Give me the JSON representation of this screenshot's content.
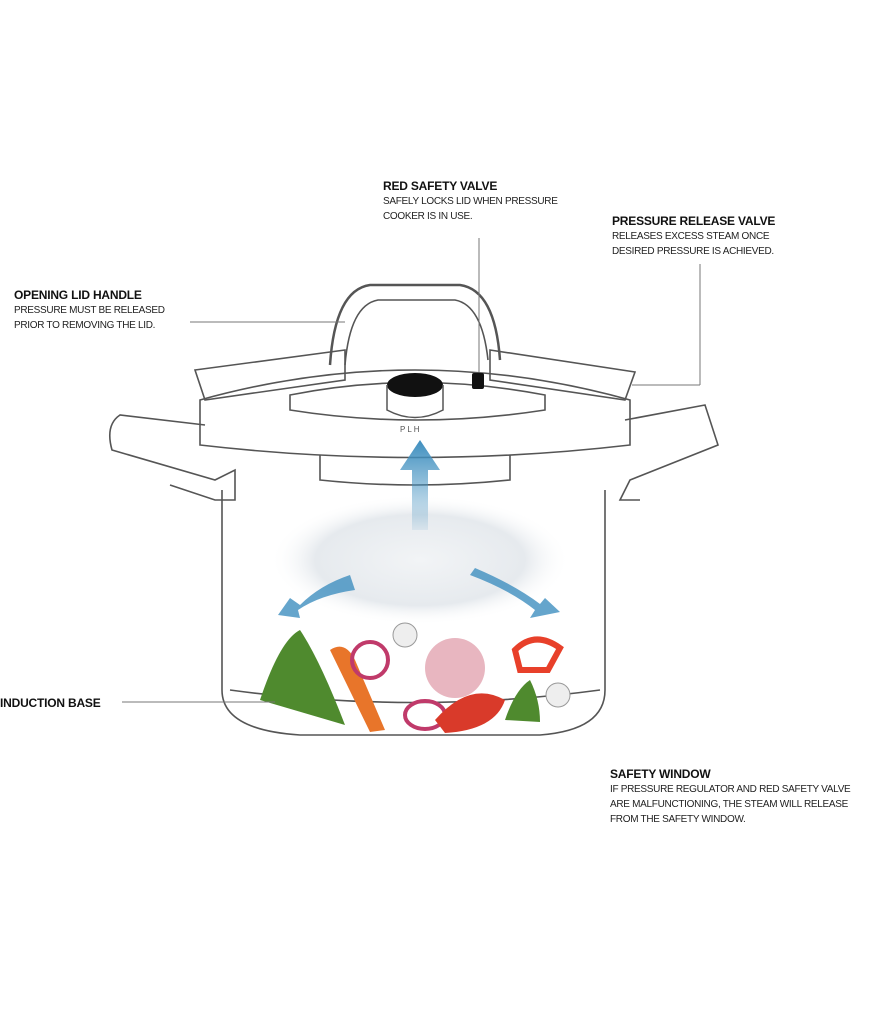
{
  "labels": {
    "red_safety_valve": {
      "title": "RED SAFETY VALVE",
      "text": "SAFELY LOCKS LID WHEN PRESSURE\nCOOKER IS IN USE."
    },
    "pressure_release_valve": {
      "title": "PRESSURE RELEASE VALVE",
      "text": "RELEASES EXCESS STEAM ONCE\nDESIRED PRESSURE IS ACHIEVED."
    },
    "opening_lid_handle": {
      "title": "OPENING LID HANDLE",
      "text": "PRESSURE MUST BE RELEASED\nPRIOR TO REMOVING THE LID."
    },
    "induction_base": {
      "title": "INDUCTION BASE"
    },
    "safety_window": {
      "title": "SAFETY WINDOW",
      "text": "IF PRESSURE REGULATOR AND RED SAFETY VALVE\nARE MALFUNCTIONING, THE STEAM WILL RELEASE\nFROM THE SAFETY WINDOW."
    }
  },
  "colors": {
    "line": "#555555",
    "steam_arrow": "#3f8fbf",
    "carrot": "#e8752a",
    "tomato": "#d93a2a",
    "herb": "#4f8a2e"
  }
}
